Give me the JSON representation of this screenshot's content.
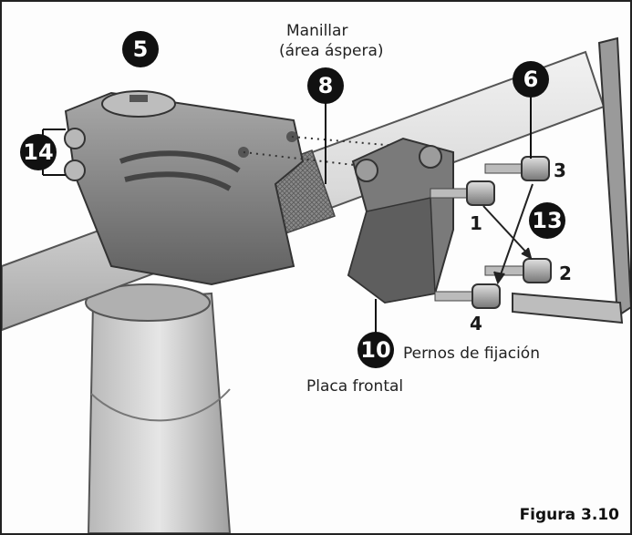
{
  "callouts": [
    "5",
    "14",
    "8",
    "6",
    "13",
    "10"
  ],
  "steps": [
    "3",
    "1",
    "2",
    "4"
  ],
  "labels": {
    "handlebar_line1": "Manillar",
    "handlebar_line2": "(área áspera)",
    "bolts": "Pernos de fijación",
    "faceplate": "Placa frontal"
  },
  "caption": "Figura 3.10",
  "colors": {
    "metal_dark": "#6f6f6f",
    "metal_mid": "#9a9a9a",
    "metal_light": "#c8c8c8",
    "tube": "#e3e3e3",
    "callout": "#111111"
  }
}
